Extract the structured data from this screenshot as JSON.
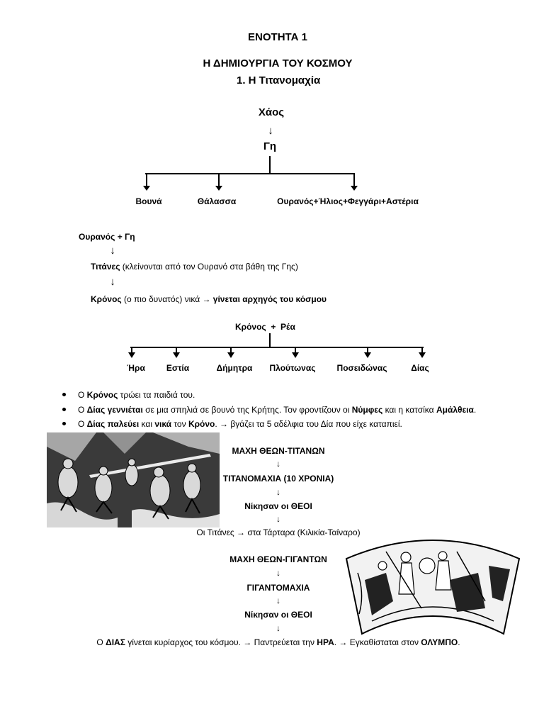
{
  "header": {
    "unit_title": "ΕΝΟΤΗΤΑ 1",
    "main_title": "Η ΔΗΜΙΟΥΡΓΙΑ ΤΟΥ ΚΟΣΜΟΥ",
    "section_title": "1.  Η Τιτανομαχία"
  },
  "arrows": {
    "down": "↓",
    "right": "→"
  },
  "tree1": {
    "root": "Χάος",
    "child": "Γη",
    "branches": [
      "Βουνά",
      "Θάλασσα",
      "Ουρανός+Ήλιος+Φεγγάρι+Αστέρια"
    ]
  },
  "chain": {
    "line1": "Ουρανός + Γη",
    "line2_bold": "Τιτάνες",
    "line2_rest": " (κλείνονται από τον Ουρανό στα βάθη της Γης)",
    "line3_bold": "Κρόνος",
    "line3_mid": " (ο πιο δυνατός) νικά → ",
    "line3_end": "γίνεται αρχηγός του κόσμου"
  },
  "tree2": {
    "parents_a": "Κρόνος",
    "plus": "+",
    "parents_b": "Ρέα",
    "children": [
      "Ήρα",
      "Εστία",
      "Δήμητρα",
      "Πλούτωνας",
      "Ποσειδώνας",
      "Δίας"
    ]
  },
  "bullets": {
    "b1": [
      "Ο ",
      "Κρόνος",
      " τρώει τα παιδιά του."
    ],
    "b2": [
      "Ο ",
      "Δίας γεννιέται",
      " σε μια σπηλιά σε βουνό της Κρήτης. Τον φροντίζουν οι ",
      "Νύμφες",
      " και η κατσίκα ",
      "Αμάλθεια",
      "."
    ],
    "b3": [
      "Ο ",
      "Δίας παλεύει",
      " και ",
      "νικά",
      " τον ",
      "Κρόνο",
      ". → βγάζει τα 5 αδέλφια του Δία που είχε καταπιεί."
    ]
  },
  "titanomachy": {
    "battle": "ΜΑΧΗ ΘΕΩΝ-ΤΙΤΑΝΩΝ",
    "name": "ΤΙΤΑΝΟΜΑΧΙΑ (10 ΧΡΟΝΙΑ)",
    "winner": "Νίκησαν οι ΘΕΟΙ",
    "result": "Οι Τιτάνες → στα Τάρταρα (Κιλικία-Ταίναρο)"
  },
  "gigantomachy": {
    "battle": "ΜΑΧΗ ΘΕΩΝ-ΓΙΓΑΝΤΩΝ",
    "name": "ΓΙΓΑΝΤΟΜΑΧΙΑ",
    "winner": "Νίκησαν οι ΘΕΟΙ"
  },
  "conclusion": [
    "Ο ",
    "ΔΙΑΣ",
    " γίνεται κυρίαρχος του κόσμου. → Παντρεύεται την ",
    "ΗΡΑ",
    ". → Εγκαθίσταται στον ",
    "ΟΛΥΜΠΟ",
    "."
  ]
}
